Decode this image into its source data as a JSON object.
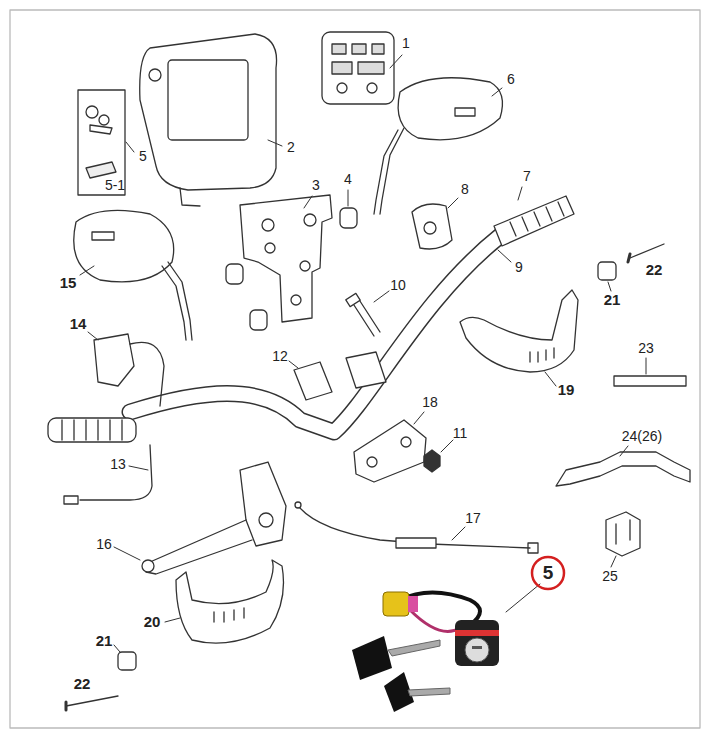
{
  "diagram": {
    "labels": [
      "1",
      "2",
      "5",
      "5-1",
      "3",
      "4",
      "6",
      "7",
      "8",
      "9",
      "15",
      "21",
      "22",
      "10",
      "14",
      "23",
      "12",
      "19",
      "18",
      "11",
      "24(26)",
      "13",
      "17",
      "16",
      "25",
      "5",
      "20",
      "21",
      "22"
    ]
  }
}
